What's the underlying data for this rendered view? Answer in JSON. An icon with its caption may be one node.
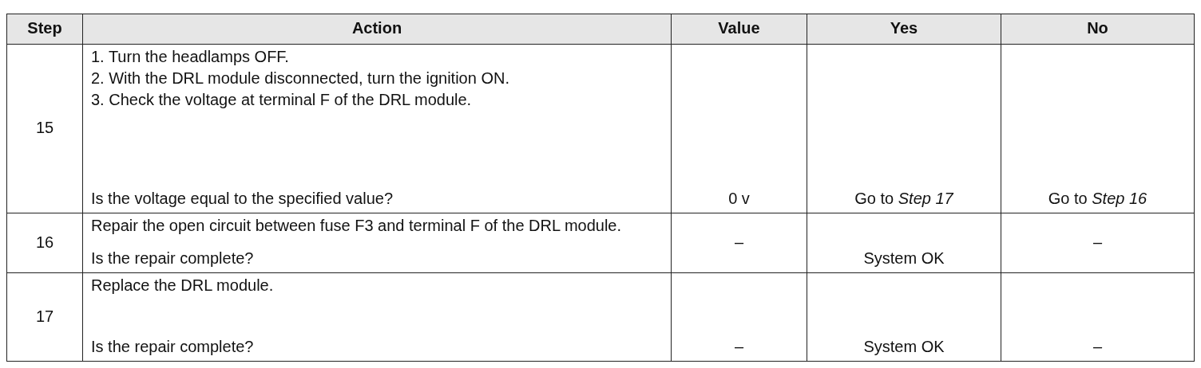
{
  "diagram": {
    "labels": [
      "Step",
      "Action",
      "Value",
      "Yes",
      "No",
      "15",
      "1. Turn the headlamps OFF.",
      "2. With the DRL module disconnected, turn the ignition ON.",
      "3. Check the voltage at terminal F of the DRL module.",
      "Is the voltage equal to the specified value?",
      "0 v",
      "Go to *Step 17*",
      "Go to *Step 16*",
      "16",
      "Repair the open circuit between fuse F3 and terminal F of the DRL module.",
      "Is the repair complete?",
      "–",
      "System OK",
      "–",
      "17",
      "Replace the DRL module.",
      "Is the repair complete?",
      "–",
      "System OK",
      "–"
    ]
  }
}
